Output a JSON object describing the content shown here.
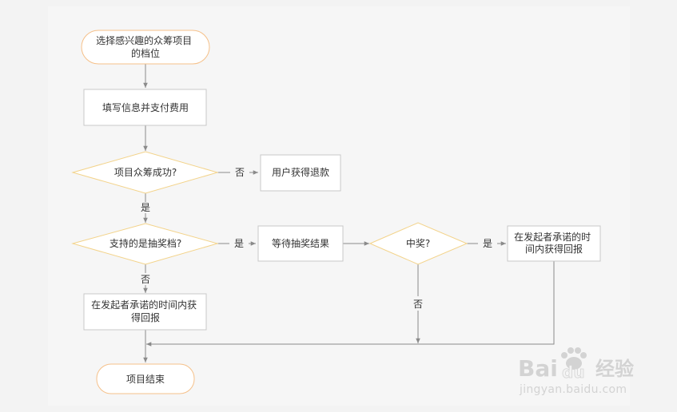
{
  "colors": {
    "background": "#f3f3f3",
    "panel": "#f6f6f6",
    "node_fill": "#ffffff",
    "node_stroke": "#c8c8c8",
    "terminal_stroke": "#f5c089",
    "decision_stroke": "#f3d38a",
    "edge": "#8a8a8a",
    "text": "#333333",
    "watermark": "#d2d2d2"
  },
  "nodes": {
    "start": {
      "lines": [
        "选择感兴趣的众筹项目",
        "的档位"
      ]
    },
    "fill_info": {
      "lines": [
        "填写信息并支付费用"
      ]
    },
    "crowdfund_success": {
      "lines": [
        "项目众筹成功?"
      ]
    },
    "refund": {
      "lines": [
        "用户获得退款"
      ]
    },
    "lottery_tier": {
      "lines": [
        "支持的是抽奖档?"
      ]
    },
    "wait_draw": {
      "lines": [
        "等待抽奖结果"
      ]
    },
    "won": {
      "lines": [
        "中奖?"
      ]
    },
    "reward_win": {
      "lines": [
        "在发起者承诺的时",
        "间内获得回报"
      ]
    },
    "reward_normal": {
      "lines": [
        "在发起者承诺的时间内获",
        "得回报"
      ]
    },
    "end": {
      "lines": [
        "项目结束"
      ]
    }
  },
  "edge_labels": {
    "no": "否",
    "yes": "是"
  },
  "watermark": {
    "brand": "Bai",
    "brand_icon": "paw-icon",
    "brand_tail": "du",
    "suffix": "经验",
    "url": "jingyan.baidu.com"
  }
}
